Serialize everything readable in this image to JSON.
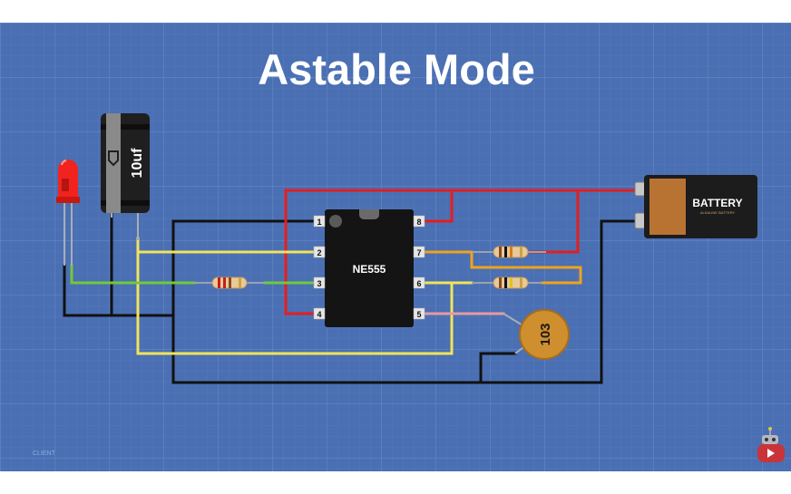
{
  "title": "Astable Mode",
  "ic": {
    "label": "NE555",
    "pins": [
      "1",
      "2",
      "3",
      "4",
      "5",
      "6",
      "7",
      "8"
    ]
  },
  "capacitor": {
    "label": "10uf"
  },
  "ceramic_cap": {
    "label": "103"
  },
  "battery": {
    "label": "BATTERY",
    "sublabel": "ALKALINE BATTERY"
  },
  "watermark": "CLIENT",
  "colors": {
    "board": "#4a6fb3",
    "grid": "#6487c4",
    "wire_red": "#e41e1e",
    "wire_black": "#111111",
    "wire_yellow": "#f2e35a",
    "wire_green": "#72c83a",
    "wire_orange": "#f0a31b",
    "wire_pink": "#e69aa3",
    "ic_body": "#141414",
    "battery_copper": "#b87333",
    "ceramic": "#cf8f2e"
  },
  "icons": [
    "led-icon",
    "electrolytic-capacitor-icon",
    "resistor-icon",
    "ceramic-capacitor-icon",
    "battery-9v-icon",
    "robot-mascot-icon"
  ]
}
